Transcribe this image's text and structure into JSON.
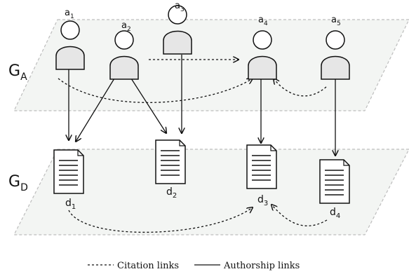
{
  "graphs": {
    "author_graph": {
      "letter": "G",
      "subscript": "A"
    },
    "document_graph": {
      "letter": "G",
      "subscript": "D"
    }
  },
  "authors": [
    {
      "letter": "a",
      "sub": "1"
    },
    {
      "letter": "a",
      "sub": "2"
    },
    {
      "letter": "a",
      "sub": "3"
    },
    {
      "letter": "a",
      "sub": "4"
    },
    {
      "letter": "a",
      "sub": "5"
    }
  ],
  "documents": [
    {
      "letter": "d",
      "sub": "1"
    },
    {
      "letter": "d",
      "sub": "2"
    },
    {
      "letter": "d",
      "sub": "3"
    },
    {
      "letter": "d",
      "sub": "4"
    }
  ],
  "legend": {
    "citation": "Citation links",
    "authorship": "Authorship links"
  },
  "colors": {
    "plane_fill": "#f3f5f3",
    "plane_border": "#bdbdbd",
    "person_fill": "#e6e6e6",
    "stroke": "#111111"
  }
}
